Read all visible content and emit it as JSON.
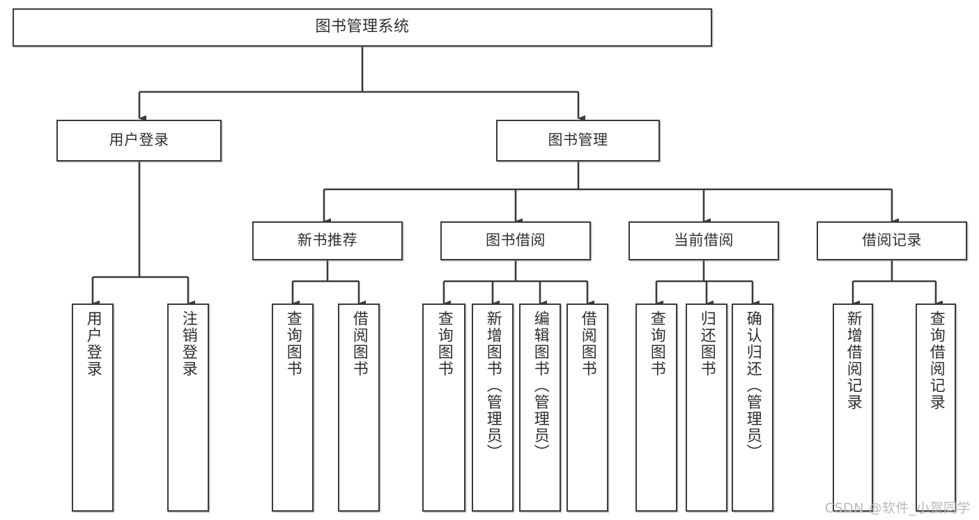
{
  "diagram": {
    "title": "图书管理系统",
    "type": "tree-hierarchy",
    "background_color": "#ffffff",
    "line_color": "#3a3a3a",
    "text_color": "#2f2f2f",
    "watermark": "CSDN @软件_小贺同学"
  },
  "nodes": {
    "root": {
      "label": "图书管理系统"
    },
    "level1": [
      {
        "id": "user-login",
        "label": "用户登录"
      },
      {
        "id": "book-manage",
        "label": "图书管理"
      }
    ],
    "level2": [
      {
        "id": "new-book-recommend",
        "label": "新书推荐"
      },
      {
        "id": "book-borrow",
        "label": "图书借阅"
      },
      {
        "id": "current-borrow",
        "label": "当前借阅"
      },
      {
        "id": "borrow-record",
        "label": "借阅记录"
      }
    ],
    "leaves": {
      "user_login": [
        {
          "id": "leaf-user-login",
          "label": "用户登录"
        },
        {
          "id": "leaf-logout-login",
          "label": "注销登录"
        }
      ],
      "new_book_recommend": [
        {
          "id": "leaf-query-book-1",
          "label": "查询图书"
        },
        {
          "id": "leaf-borrow-book-1",
          "label": "借阅图书"
        }
      ],
      "book_borrow": [
        {
          "id": "leaf-query-book-2",
          "label": "查询图书"
        },
        {
          "id": "leaf-add-book",
          "label": "新增图书（管理员）"
        },
        {
          "id": "leaf-edit-book",
          "label": "编辑图书（管理员）"
        },
        {
          "id": "leaf-borrow-book-2",
          "label": "借阅图书"
        }
      ],
      "current_borrow": [
        {
          "id": "leaf-query-book-3",
          "label": "查询图书"
        },
        {
          "id": "leaf-return-book",
          "label": "归还图书"
        },
        {
          "id": "leaf-confirm-return",
          "label": "确认归还（管理员）"
        }
      ],
      "borrow_record": [
        {
          "id": "leaf-add-record",
          "label": "新增借阅记录"
        },
        {
          "id": "leaf-query-record",
          "label": "查询借阅记录"
        }
      ]
    }
  }
}
